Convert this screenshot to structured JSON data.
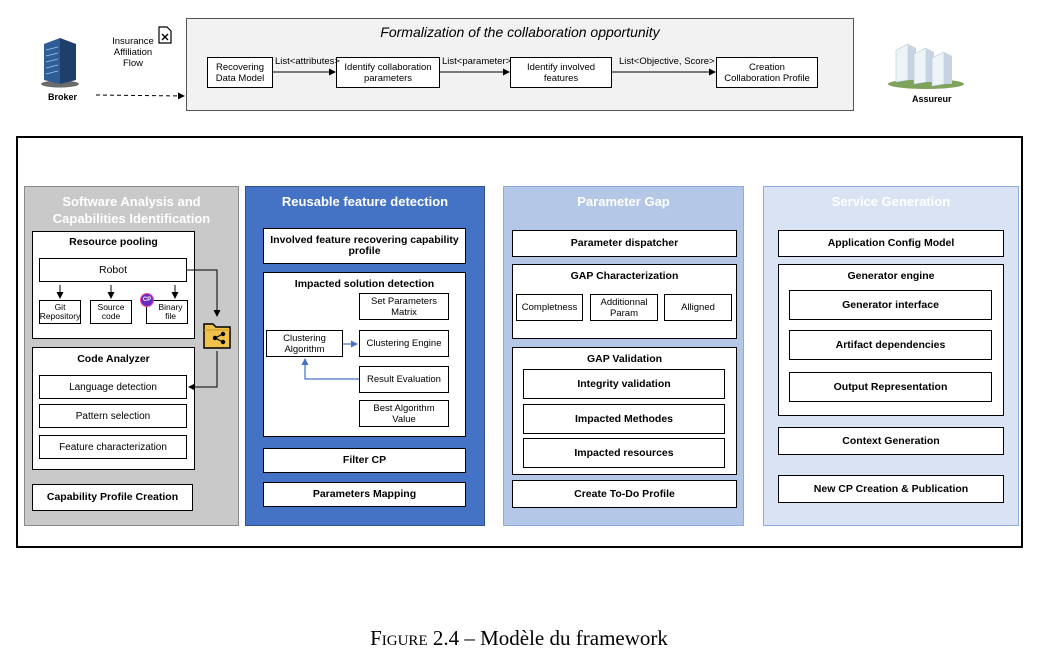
{
  "top": {
    "title": "Formalization of the collaboration opportunity",
    "broker_label": "Broker",
    "flow_label": "Insurance Affiliation Flow",
    "assureur_label": "Assureur",
    "steps": [
      "Recovering Data Model",
      "Identify collaboration parameters",
      "Identify involved features",
      "Creation Collaboration Profile"
    ],
    "edges": [
      "List<attributes>",
      "List<parameter>",
      "List<Objective, Score>"
    ]
  },
  "col1": {
    "title": "Software Analysis and Capabilities Identification",
    "resource_pooling": {
      "title": "Resource pooling",
      "robot": "Robot",
      "sources": [
        "Git Repository",
        "Source code",
        "Binary file"
      ],
      "cp_badge": "CP"
    },
    "code_analyzer": {
      "title": "Code Analyzer",
      "items": [
        "Language detection",
        "Pattern selection",
        "Feature characterization"
      ]
    },
    "capability_profile": "Capability Profile Creation"
  },
  "col2": {
    "title": "Reusable feature detection",
    "involved": "Involved feature recovering capability profile",
    "impacted": {
      "title": "Impacted solution detection",
      "set_params": "Set Parameters Matrix",
      "clustering_algorithm": "Clustering Algorithm",
      "clustering_engine": "Clustering Engine",
      "result_eval": "Result Evaluation",
      "best_algo": "Best Algorithm Value"
    },
    "filter_cp": "Filter CP",
    "params_mapping": "Parameters Mapping"
  },
  "col3": {
    "title": "Parameter Gap",
    "dispatcher": "Parameter dispatcher",
    "gap_char": {
      "title": "GAP Characterization",
      "items": [
        "Completness",
        "Additionnal Param",
        "Alligned"
      ]
    },
    "gap_val": {
      "title": "GAP Validation",
      "items": [
        "Integrity validation",
        "Impacted Methodes",
        "Impacted resources"
      ]
    },
    "todo": "Create To-Do Profile"
  },
  "col4": {
    "title": "Service Generation",
    "app_config": "Application Config Model",
    "generator": {
      "title": "Generator engine",
      "items": [
        "Generator interface",
        "Artifact dependencies",
        "Output Representation"
      ]
    },
    "context": "Context Generation",
    "new_cp": "New CP Creation & Publication"
  },
  "caption": {
    "figure_word": "Figure",
    "text": "2.4 – Modèle du framework"
  },
  "colors": {
    "col1_bg": "#c9c9c9",
    "col2_bg": "#4472c4",
    "col3_bg": "#b4c7e7",
    "col4_bg": "#dae3f3",
    "top_bg": "#f2f2f2",
    "arrow_blue": "#4472c4"
  }
}
